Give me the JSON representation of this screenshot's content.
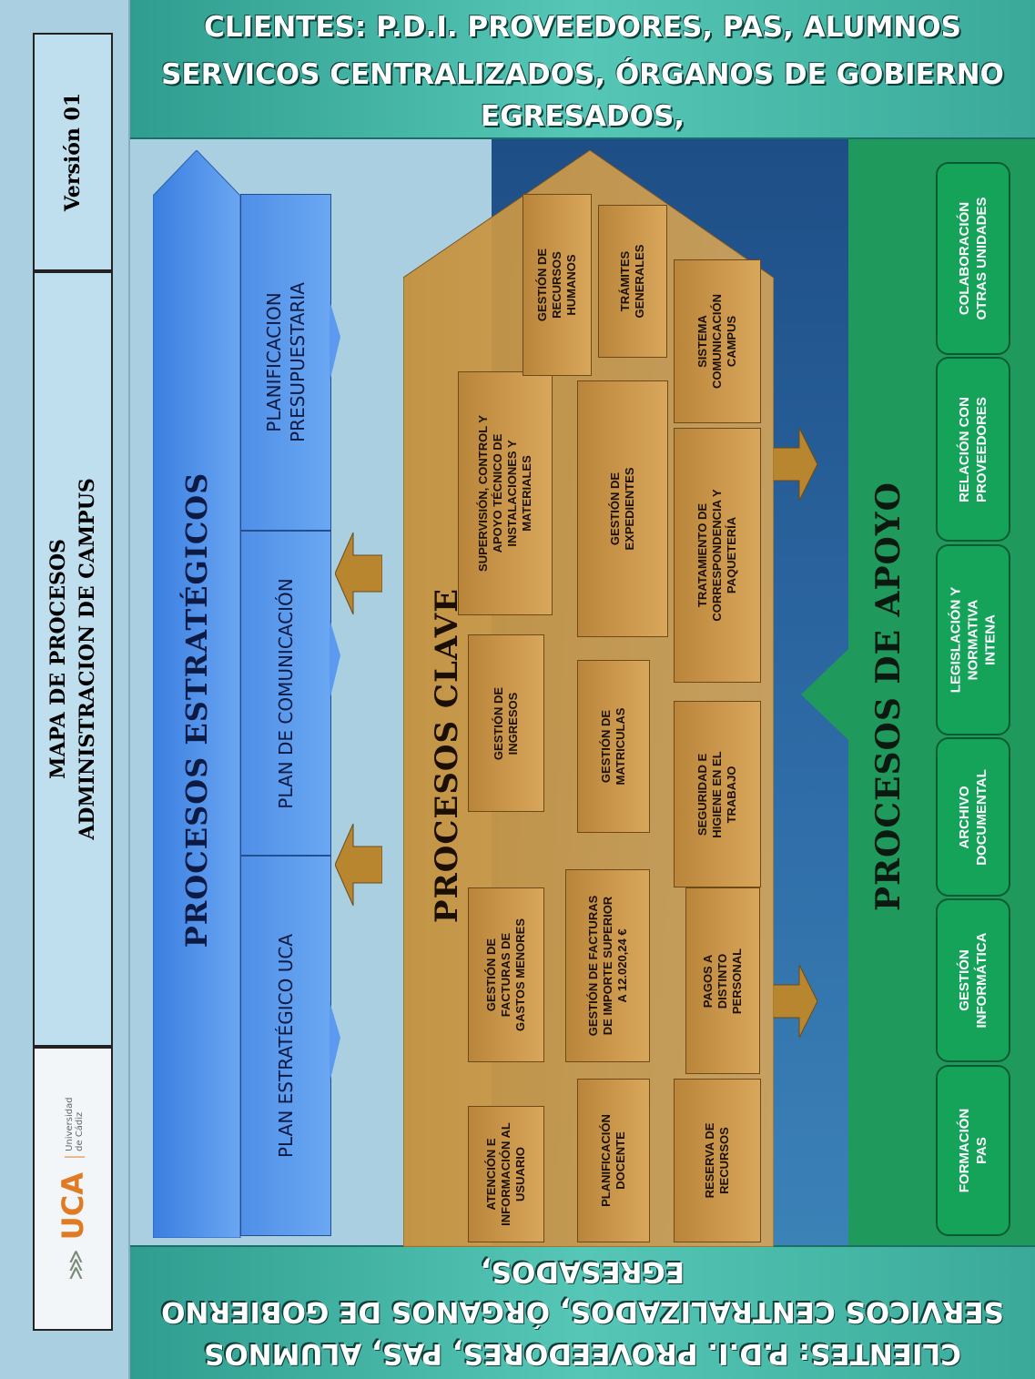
{
  "header": {
    "title_line1": "MAPA DE PROCESOS",
    "title_line2": "ADMINISTRACION DE CAMPUS",
    "version": "Versión 01",
    "logo_text": "UCA",
    "logo_sub1": "Universidad",
    "logo_sub2": "de Cádiz"
  },
  "clients": {
    "line1": "CLIENTES: P.D.I. PROVEEDORES, PAS, ALUMNOS",
    "line2": "SERVICOS CENTRALIZADOS, ÓRGANOS  DE GOBIERNO",
    "line3": "EGRESADOS,"
  },
  "estrategicos": {
    "title": "PROCESOS ESTRATÉGICOS",
    "items": [
      "PLAN ESTRATÉGICO UCA",
      "PLAN DE COMUNICACIÓN",
      "PLANIFICACION PRESUPUESTARIA"
    ]
  },
  "clave": {
    "title": "PROCESOS CLAVE",
    "col1": [
      "ATENCIÓN E INFORMACIÓN AL USUARIO",
      "GESTIÓN DE FACTURAS DE GASTOS MENORES",
      "GESTIÓN DE INGRESOS",
      "SUPERVISIÓN, CONTROL Y APOYO TÉCNICO DE INSTALACIONES Y MATERIALES",
      "GESTIÓN DE RECURSOS HUMANOS"
    ],
    "col2": [
      "PLANIFICACIÓN DOCENTE",
      "GESTIÓN DE FACTURAS DE IMPORTE SUPERIOR A 12.020,24 €",
      "GESTIÓN DE MATRICULAS",
      "GESTIÓN DE EXPEDIENTES",
      "TRÁMITES GENERALES"
    ],
    "col3": [
      "RESERVA DE RECURSOS",
      "PAGOS A DISTINTO PERSONAL",
      "SEGURIDAD E HIGIENE EN EL TRABAJO",
      "TRATAMIENTO DE CORRESPONDENCIA Y PAQUETERÍA",
      "SISTEMA COMUNICACIÓN CAMPUS"
    ]
  },
  "apoyo": {
    "title": "PROCESOS DE APOYO",
    "items": [
      "FORMACIÓN PAS",
      "GESTIÓN INFORMÁTICA",
      "ARCHIVO DOCUMENTAL",
      "LEGISLACIÓN Y NORMATIVA INTENA",
      "RELACIÓN CON PROVEEDORES",
      "COLABORACIÓN OTRAS UNIDADES"
    ]
  },
  "colors": {
    "strategic": "#4f8fe6",
    "clave": "#d09c4c",
    "apoyo": "#15a35a",
    "clients": "#4cbfae"
  }
}
